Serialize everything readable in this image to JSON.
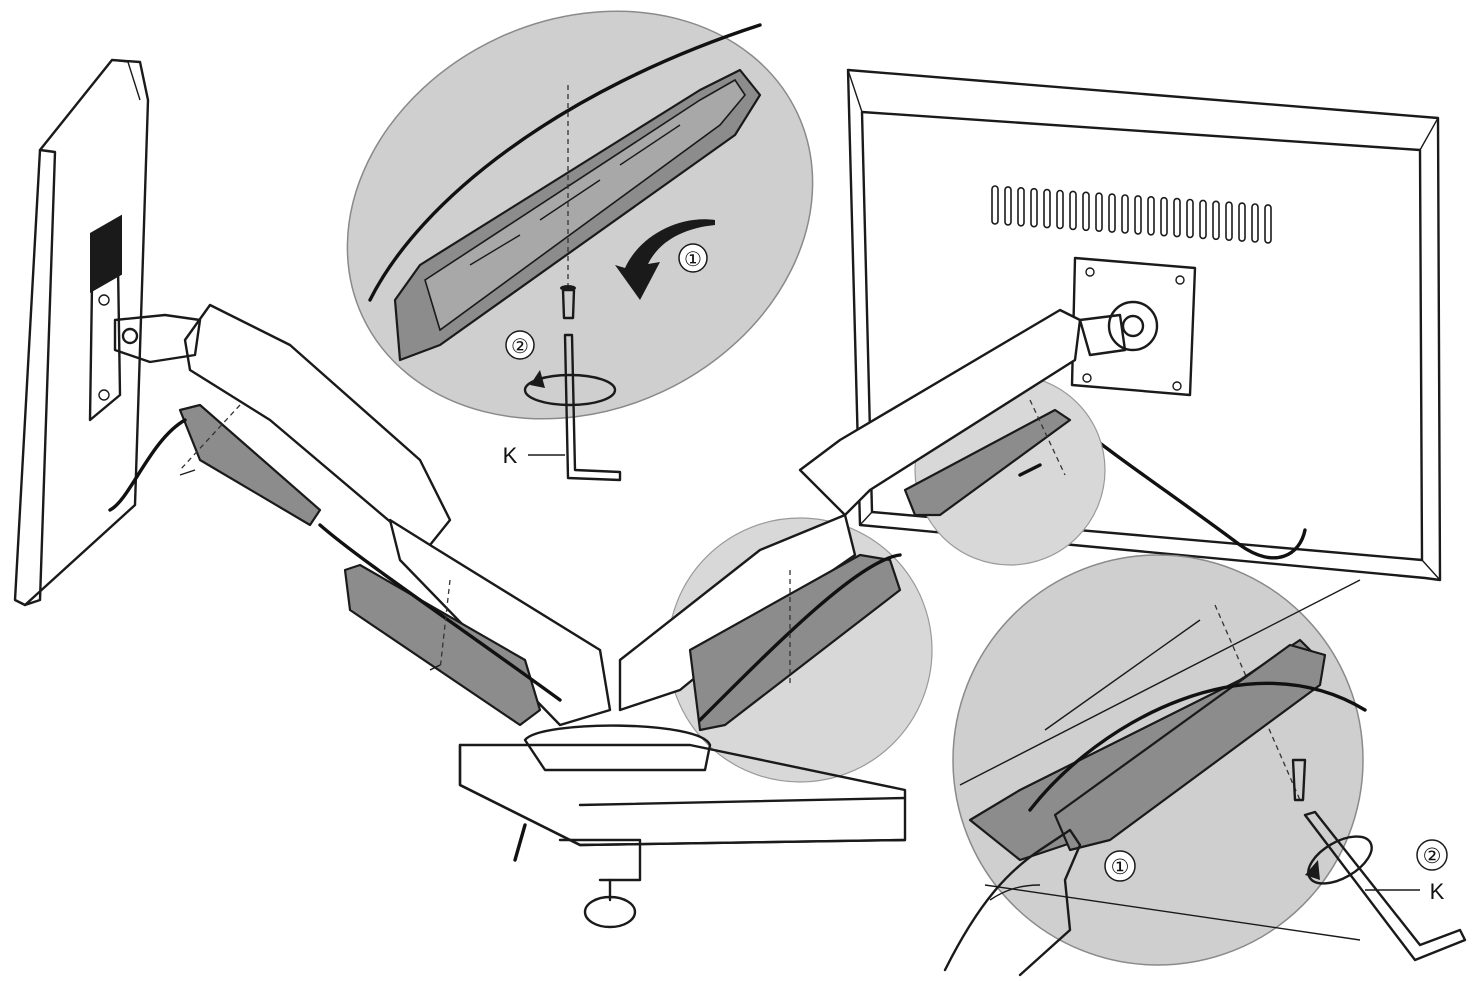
{
  "diagram": {
    "step_markers": {
      "top_detail_step1": "①",
      "top_detail_step2": "②",
      "bottom_detail_step1": "①",
      "bottom_detail_step2": "②"
    },
    "part_labels": {
      "top_tool": "K",
      "bottom_tool": "K"
    },
    "colors": {
      "line": "#1a1a1a",
      "cover": "#8c8c8c",
      "zoom_circle": "#cfcfcf",
      "background": "#ffffff"
    }
  }
}
